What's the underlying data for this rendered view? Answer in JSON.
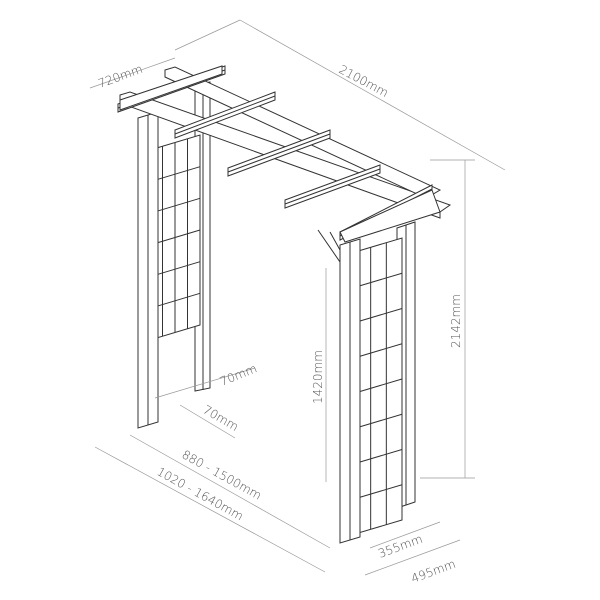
{
  "dimensions": {
    "depth_top": "720mm",
    "length_top": "2100mm",
    "height_total": "2142mm",
    "height_panel": "1420mm",
    "post_width_a": "70mm",
    "post_width_b": "70mm",
    "inner_width": "880 - 1500mm",
    "outer_width": "1020 - 1640mm",
    "panel_depth": "355mm",
    "base_depth": "495mm"
  },
  "colors": {
    "line": "#333333",
    "dimension": "#999999",
    "text": "#555555"
  }
}
